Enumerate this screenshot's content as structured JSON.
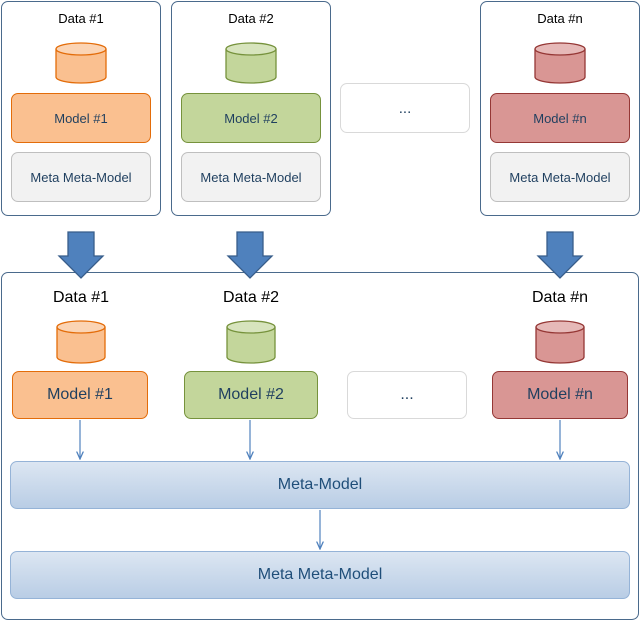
{
  "colors": {
    "orange_fill": "#fac090",
    "orange_stroke": "#e36c09",
    "green_fill": "#c3d69b",
    "green_stroke": "#76923c",
    "red_fill": "#d99694",
    "red_stroke": "#953735",
    "arrow_blue": "#4f81bd",
    "panel_border": "#4a6a8c"
  },
  "top_panels": [
    {
      "data_label": "Data #1",
      "model_label": "Model #1",
      "meta_label": "Meta Meta-Model"
    },
    {
      "data_label": "Data #2",
      "model_label": "Model #2",
      "meta_label": "Meta Meta-Model"
    },
    {
      "data_label": "Data #n",
      "model_label": "Model #n",
      "meta_label": "Meta Meta-Model"
    }
  ],
  "top_ellipsis": "...",
  "bottom_panel": {
    "columns": [
      {
        "data_label": "Data #1",
        "model_label": "Model #1"
      },
      {
        "data_label": "Data #2",
        "model_label": "Model #2"
      },
      {
        "data_label": "Data #n",
        "model_label": "Model #n"
      }
    ],
    "ellipsis": "...",
    "meta_model_label": "Meta-Model",
    "meta_meta_model_label": "Meta Meta-Model"
  },
  "icons": [
    "database-icon",
    "down-arrow-icon"
  ]
}
